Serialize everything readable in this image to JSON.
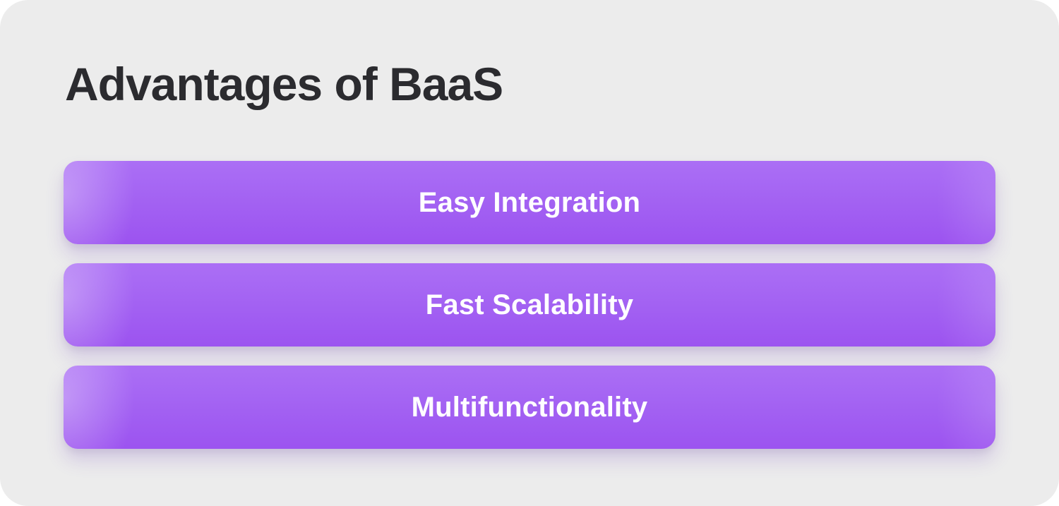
{
  "page": {
    "title": "Advantages of BaaS",
    "background_color": "#ececec",
    "title_color": "#2b2b2f"
  },
  "advantages": {
    "bar_color": "#a05af1",
    "bar_text_color": "#ffffff",
    "items": [
      {
        "label": "Easy Integration"
      },
      {
        "label": "Fast Scalability"
      },
      {
        "label": "Multifunctionality"
      }
    ]
  }
}
